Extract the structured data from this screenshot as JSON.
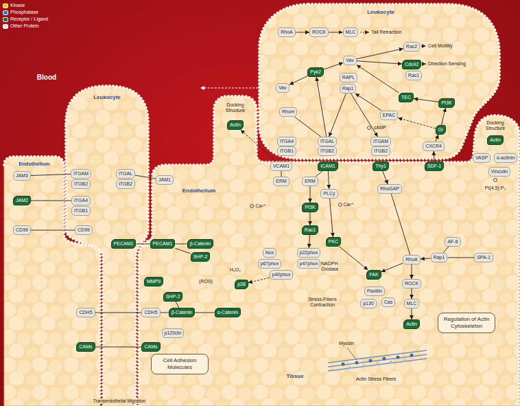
{
  "diagram": {
    "nodes": [
      {
        "text": [
          "RhoA"
        ]
      },
      {
        "text": [
          "ROCK"
        ]
      },
      {
        "text": [
          "MLC"
        ]
      },
      {
        "text": [
          "Vav"
        ]
      },
      {
        "text": [
          "Rac2"
        ]
      },
      {
        "text": [
          "Cdc42"
        ]
      },
      {
        "text": [
          "Pyk2"
        ]
      },
      {
        "text": [
          "Rac1"
        ]
      },
      {
        "text": [
          "RAPL"
        ]
      },
      {
        "text": [
          "Rap1"
        ]
      },
      {
        "text": [
          "TEC"
        ]
      },
      {
        "text": [
          "PI3K"
        ]
      },
      {
        "text": [
          "RhoH"
        ]
      },
      {
        "text": [
          "EPAC"
        ]
      },
      {
        "text": [
          "Vav"
        ]
      },
      {
        "text": [
          "Gi"
        ]
      },
      {
        "text": [
          "ITGA4"
        ]
      },
      {
        "text": [
          "ITGAL"
        ]
      },
      {
        "text": [
          "ITGAM"
        ]
      },
      {
        "text": [
          "CXCR4"
        ]
      },
      {
        "text": [
          "ITGB1"
        ]
      },
      {
        "text": [
          "ITGB2"
        ]
      },
      {
        "text": [
          "ITGB2"
        ]
      },
      {
        "text": [
          "Actin"
        ]
      },
      {
        "text": [
          "Actin"
        ]
      },
      {
        "text": [
          "VCAM1"
        ]
      },
      {
        "text": [
          "ICAM1"
        ]
      },
      {
        "text": [
          "Thy1"
        ]
      },
      {
        "text": [
          "SDF-1"
        ]
      },
      {
        "text": [
          "VASP"
        ]
      },
      {
        "text": [
          "α-actinin"
        ]
      },
      {
        "text": [
          "Vinculin"
        ]
      },
      {
        "text": [
          "JAM3"
        ]
      },
      {
        "text": [
          "ITGAM"
        ]
      },
      {
        "text": [
          "ITGAL"
        ]
      },
      {
        "text": [
          "JAM1"
        ]
      },
      {
        "text": [
          "ERM"
        ]
      },
      {
        "text": [
          "ERM"
        ]
      },
      {
        "text": [
          "ITGB2"
        ]
      },
      {
        "text": [
          "ITGB2"
        ]
      },
      {
        "text": [
          "RhoGAP"
        ]
      },
      {
        "text": [
          "PLCγ"
        ]
      },
      {
        "text": [
          "JAM2"
        ]
      },
      {
        "text": [
          "ITGA4"
        ]
      },
      {
        "text": [
          "PI3K"
        ]
      },
      {
        "text": [
          "ITGB1"
        ]
      },
      {
        "text": [
          "CD99"
        ]
      },
      {
        "text": [
          "CD99"
        ]
      },
      {
        "text": [
          "Rac1"
        ]
      },
      {
        "text": [
          "AF-6"
        ]
      },
      {
        "text": [
          "PECAM1"
        ]
      },
      {
        "text": [
          "PECAM1"
        ]
      },
      {
        "text": [
          "β-Catenin"
        ]
      },
      {
        "text": [
          "PKC"
        ]
      },
      {
        "text": [
          "SHP-2"
        ]
      },
      {
        "text": [
          "Nox"
        ]
      },
      {
        "text": [
          "p22phox"
        ]
      },
      {
        "text": [
          "Rap1"
        ]
      },
      {
        "text": [
          "SPA-1"
        ]
      },
      {
        "text": [
          "RhoA"
        ]
      },
      {
        "text": [
          "p67phox"
        ]
      },
      {
        "text": [
          "p47phox"
        ]
      },
      {
        "text": [
          "p40phox"
        ]
      },
      {
        "text": [
          "FAK"
        ]
      },
      {
        "text": [
          "MMP9"
        ]
      },
      {
        "text": [
          "p38"
        ]
      },
      {
        "text": [
          "ROCK"
        ]
      },
      {
        "text": [
          "Paxillin"
        ]
      },
      {
        "text": [
          "SHP-2"
        ]
      },
      {
        "text": [
          "p130"
        ]
      },
      {
        "text": [
          "Cas"
        ]
      },
      {
        "text": [
          "MLC"
        ]
      },
      {
        "text": [
          "CDH5"
        ]
      },
      {
        "text": [
          "CDH5"
        ]
      },
      {
        "text": [
          "β-Catenin"
        ]
      },
      {
        "text": [
          "α-Catenin"
        ]
      },
      {
        "text": [
          "Actin"
        ]
      },
      {
        "text": [
          "Regulation of Actin Cytoskeleton"
        ]
      },
      {
        "text": [
          "p120ctn"
        ]
      },
      {
        "text": [
          "CAMs"
        ]
      },
      {
        "text": [
          "CAMs"
        ]
      },
      {
        "text": [
          "Cell Adhesion Molecules"
        ]
      }
    ],
    "edges": [
      {
        "from": 0,
        "to": 1,
        "arrow": "to"
      },
      {
        "from": 1,
        "to": 2,
        "arrow": "to"
      },
      {
        "from": 6,
        "to": 3,
        "arrow": "to"
      },
      {
        "from": 3,
        "to": 4,
        "arrow": "to"
      },
      {
        "from": 3,
        "to": 5,
        "arrow": "to"
      },
      {
        "from": 10,
        "to": 3,
        "arrow": "to"
      },
      {
        "from": 11,
        "to": 10,
        "arrow": "to"
      },
      {
        "from": 15,
        "to": 11,
        "arrow": "to"
      },
      {
        "from": 19,
        "to": 15,
        "arrow": "to"
      },
      {
        "from": 15,
        "to": 13,
        "arrow": "to"
      },
      {
        "from": 13,
        "to": 9,
        "arrow": "to"
      },
      {
        "from": 9,
        "to": 17,
        "arrow": "to"
      },
      {
        "from": 9,
        "to": 18,
        "arrow": "to"
      },
      {
        "from": 17,
        "to": 6,
        "arrow": "to"
      },
      {
        "from": 12,
        "to": 17,
        "arrow": "none"
      },
      {
        "from": 6,
        "to": 14,
        "arrow": "to"
      },
      {
        "from": 28,
        "to": 19,
        "arrow": "to"
      },
      {
        "from": 26,
        "to": 41,
        "arrow": "to"
      },
      {
        "from": 26,
        "to": 37,
        "arrow": "none"
      },
      {
        "from": 25,
        "to": 36,
        "arrow": "none"
      },
      {
        "from": 37,
        "to": 44,
        "arrow": "to"
      },
      {
        "from": 44,
        "to": 48,
        "arrow": "to"
      },
      {
        "from": 48,
        "to": 56,
        "arrow": "to"
      },
      {
        "from": 41,
        "to": 53,
        "arrow": "to"
      },
      {
        "from": 53,
        "to": 63,
        "arrow": "to"
      },
      {
        "from": 27,
        "to": 40,
        "arrow": "to"
      },
      {
        "from": 40,
        "to": 59,
        "arrow": "none"
      },
      {
        "from": 59,
        "to": 66,
        "arrow": "to"
      },
      {
        "from": 66,
        "to": 71,
        "arrow": "to"
      },
      {
        "from": 71,
        "to": 76,
        "arrow": "to"
      },
      {
        "from": 59,
        "to": 63,
        "arrow": "to"
      },
      {
        "from": 49,
        "to": 57,
        "arrow": "none"
      },
      {
        "from": 58,
        "to": 57,
        "arrow": "none"
      },
      {
        "from": 57,
        "to": 59,
        "arrow": "to"
      },
      {
        "from": 62,
        "to": 65,
        "arrow": "to"
      },
      {
        "from": 50,
        "to": 51,
        "arrow": "none"
      },
      {
        "from": 51,
        "to": 52,
        "arrow": "none"
      },
      {
        "from": 51,
        "to": 54,
        "arrow": "none"
      },
      {
        "from": 68,
        "to": 74,
        "arrow": "none"
      },
      {
        "from": 74,
        "to": 75,
        "arrow": "none"
      },
      {
        "from": 73,
        "to": 74,
        "arrow": "none"
      },
      {
        "from": 72,
        "to": 73,
        "arrow": "none"
      },
      {
        "from": 79,
        "to": 80,
        "arrow": "none"
      },
      {
        "from": 34,
        "to": 35,
        "arrow": "none"
      },
      {
        "from": 33,
        "to": 32,
        "arrow": "none"
      },
      {
        "from": 43,
        "to": 42,
        "arrow": "none"
      },
      {
        "from": 47,
        "to": 46,
        "arrow": "none"
      },
      {
        "from": 25,
        "to": 23,
        "arrow": "to"
      }
    ],
    "labels": [
      "Blood",
      "Leukocyte",
      "Leukocyte",
      "Endothelium",
      "Endothelium",
      "Tissue",
      "Tail Retraction",
      "Cell Motility",
      "Direction Sensing",
      "cAMP",
      "Docking Structure",
      "Docking Structure",
      "PI(4,5) P₂",
      "Ca²⁺",
      "Ca²⁺",
      "NADPH Oxidase",
      "(ROS)",
      "H₂O₂",
      "Stress-Fibers Contraction",
      "Myosin",
      "Actin Stress Fibers",
      "Transendothelial Migration"
    ],
    "legend": [
      {
        "text": "Kinase",
        "color": "#f5c518"
      },
      {
        "text": "Phosphatase",
        "color": "#3f74c9"
      },
      {
        "text": "Receptor / Ligand",
        "color": "#1d6a36"
      },
      {
        "text": "Other Protein",
        "color": "#e6e4de"
      }
    ]
  }
}
